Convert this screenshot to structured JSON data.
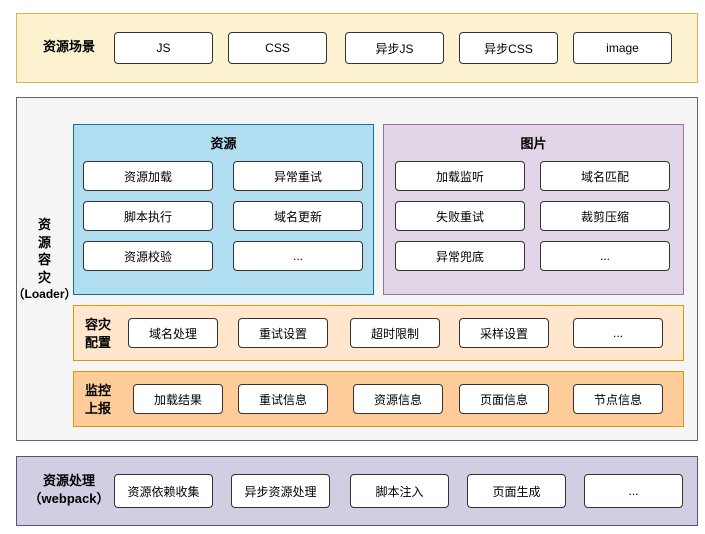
{
  "scenes": {
    "title": "资源场景",
    "items": [
      "JS",
      "CSS",
      "异步JS",
      "异步CSS",
      "image"
    ]
  },
  "loader": {
    "title_chars": [
      "资",
      "源",
      "容",
      "灾"
    ],
    "title_sub": "（Loader）",
    "resource": {
      "title": "资源",
      "items": [
        "资源加载",
        "异常重试",
        "脚本执行",
        "域名更新",
        "资源校验",
        "..."
      ]
    },
    "image": {
      "title": "图片",
      "items": [
        "加载监听",
        "域名匹配",
        "失败重试",
        "裁剪压缩",
        "异常兜底",
        "..."
      ]
    },
    "config": {
      "title_lines": [
        "容灾",
        "配置"
      ],
      "items": [
        "域名处理",
        "重试设置",
        "超时限制",
        "采样设置",
        "..."
      ]
    },
    "monitor": {
      "title_lines": [
        "监控",
        "上报"
      ],
      "items": [
        "加载结果",
        "重试信息",
        "资源信息",
        "页面信息",
        "节点信息"
      ]
    }
  },
  "processing": {
    "title_line1": "资源处理",
    "title_line2": "（webpack）",
    "items": [
      "资源依赖收集",
      "异步资源处理",
      "脚本注入",
      "页面生成",
      "..."
    ]
  },
  "colors": {
    "scenes_fill": "#fdf2d0",
    "loader_fill": "#f5f5f5",
    "resource_fill": "#b1ddf0",
    "image_fill": "#e1d5e7",
    "config_fill": "#ffe6cc",
    "monitor_fill": "#ffcc99",
    "processing_fill": "#d0cee2"
  }
}
